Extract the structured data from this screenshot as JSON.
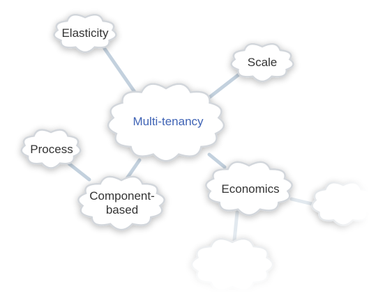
{
  "diagram": {
    "central": {
      "label": "Multi-tenancy"
    },
    "nodes": {
      "elasticity": {
        "label": "Elasticity"
      },
      "scale": {
        "label": "Scale"
      },
      "process": {
        "label": "Process"
      },
      "component_based": {
        "line1": "Component-",
        "line2": "based"
      },
      "economics": {
        "label": "Economics"
      },
      "unlabeled_right": {
        "label": ""
      },
      "unlabeled_bottom": {
        "label": ""
      }
    }
  },
  "colors": {
    "central_text": "#3f63b5",
    "node_text": "#333333",
    "connector": "#b9c9d8",
    "cloud_fill": "#ffffff",
    "cloud_outline": "#d2d6db"
  }
}
